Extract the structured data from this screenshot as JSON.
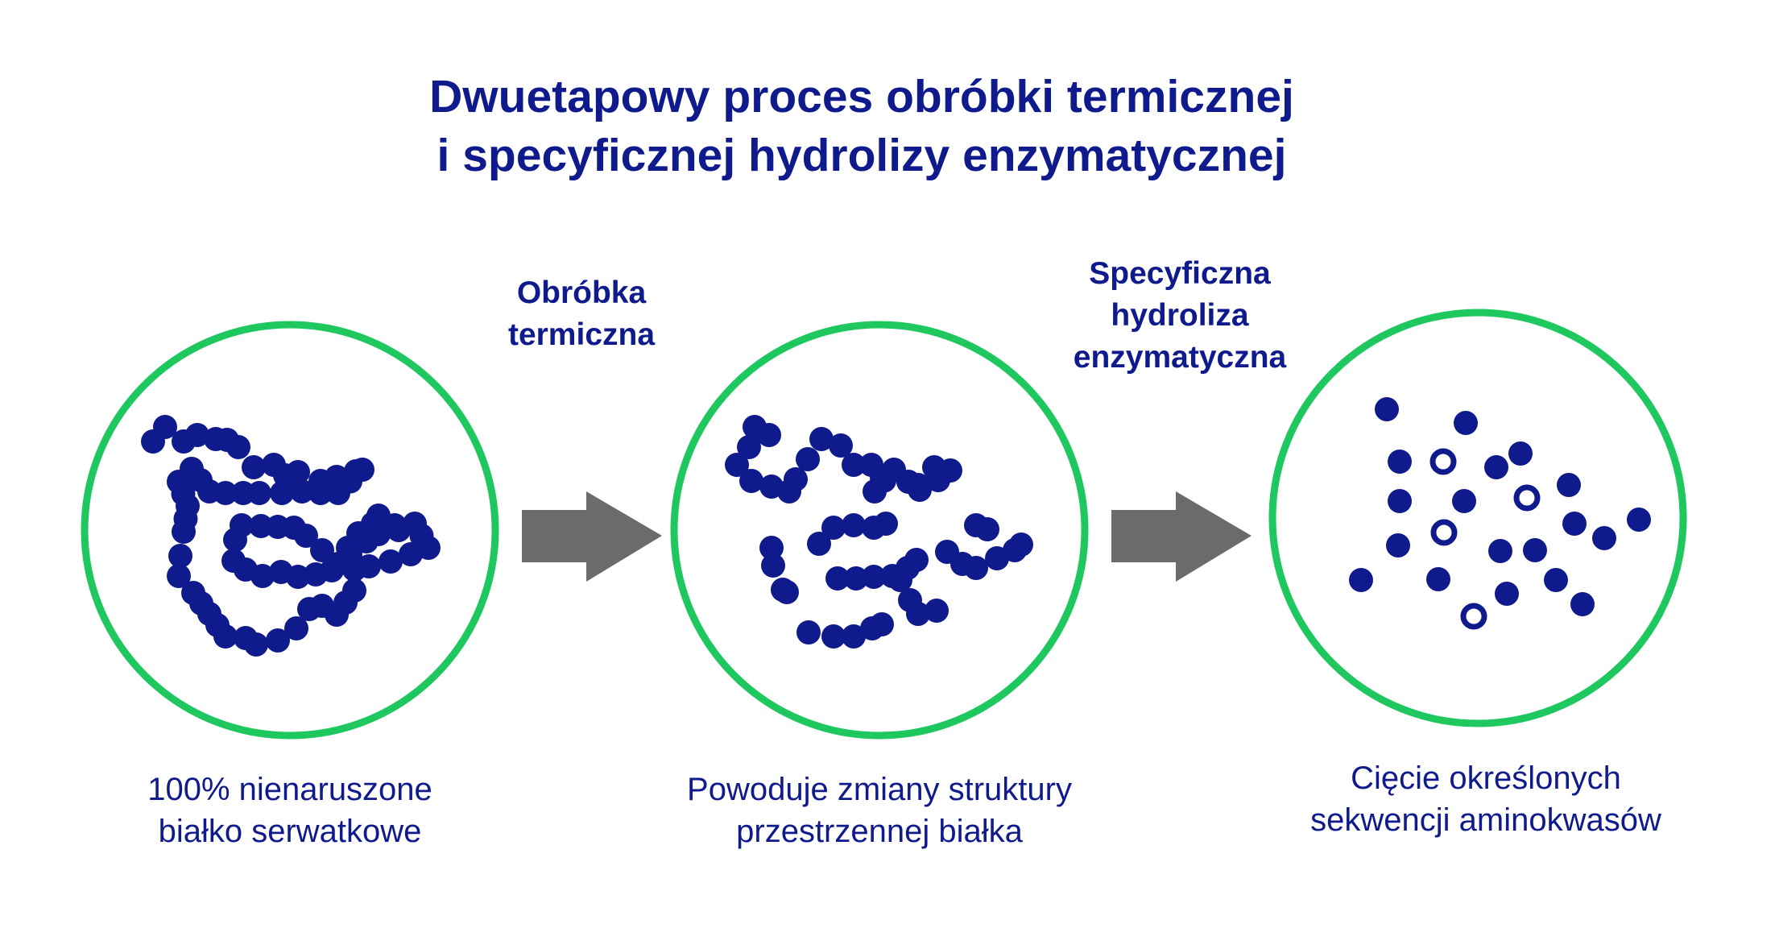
{
  "title": {
    "line1": "Dwuetapowy proces obróbki termicznej",
    "line2": "i specyficznej hydrolizy enzymatycznej"
  },
  "steps": [
    {
      "line1": "Obróbka",
      "line2": "termiczna",
      "line3": ""
    },
    {
      "line1": "Specyficzna",
      "line2": "hydroliza",
      "line3": "enzymatyczna"
    }
  ],
  "stages": [
    {
      "caption_line1": "100% nienaruszone",
      "caption_line2": "białko serwatkowe"
    },
    {
      "caption_line1": "Powoduje zmiany struktury",
      "caption_line2": "przestrzennej białka"
    },
    {
      "caption_line1": "Cięcie określonych",
      "caption_line2": "sekwencji aminokwasów"
    }
  ],
  "colors": {
    "circle_outline": "#1ec85f",
    "molecule": "#0f1a8c",
    "arrow": "#6b6b6b",
    "text": "#0f1a8c"
  },
  "icons": [
    "process-arrow-icon",
    "process-arrow-icon"
  ]
}
